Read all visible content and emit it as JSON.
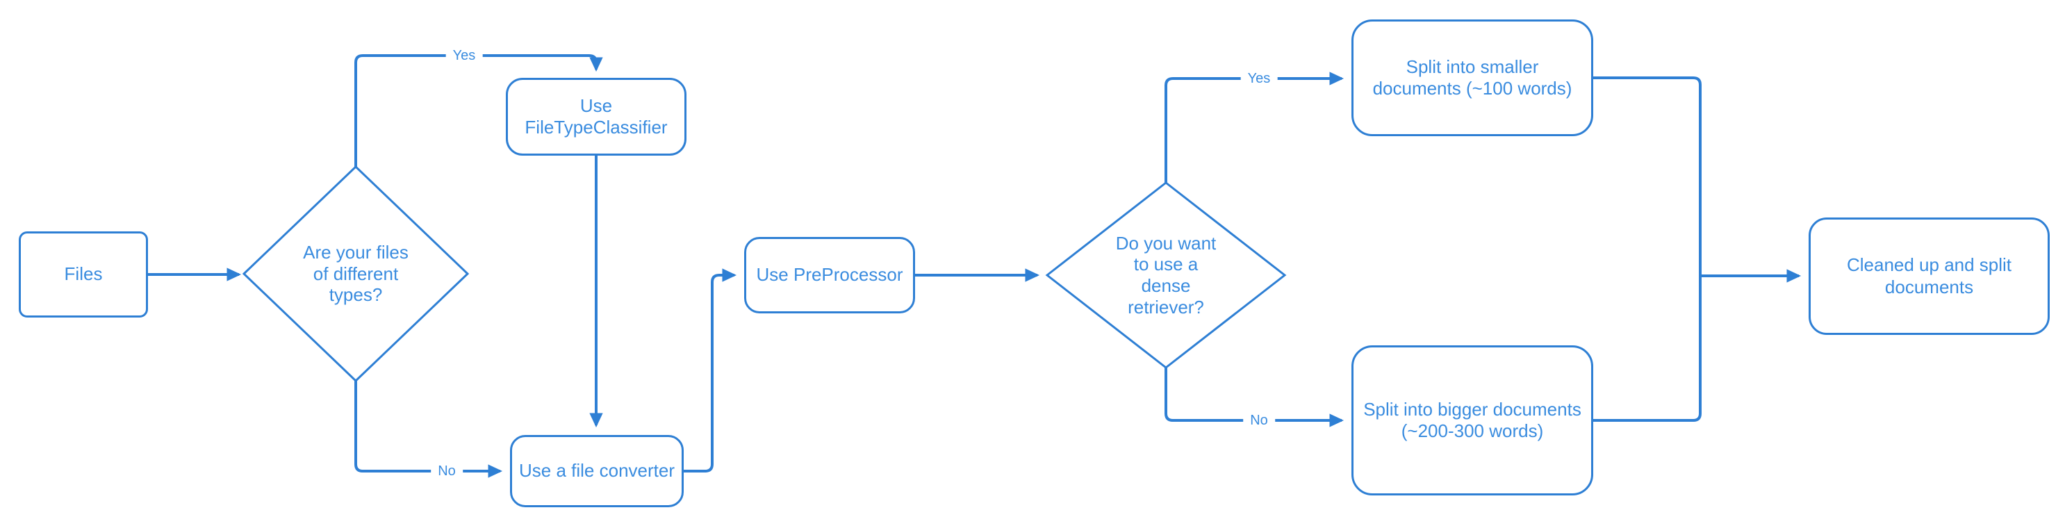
{
  "diagram": {
    "type": "flowchart",
    "background": "#FFFFFF",
    "colors": {
      "line": "#2E7FD4",
      "text": "#3A8CDF"
    },
    "nodes": {
      "files": {
        "label": "Files",
        "shape": "rounded-rectangle"
      },
      "different_types": {
        "label": "Are your files\nof different\ntypes?",
        "shape": "diamond"
      },
      "file_type_classifier": {
        "label": "Use\nFileTypeClassifier",
        "shape": "rounded-rectangle"
      },
      "file_converter": {
        "label": "Use a file converter",
        "shape": "rounded-rectangle"
      },
      "preprocessor": {
        "label": "Use PreProcessor",
        "shape": "rounded-rectangle"
      },
      "dense_retriever": {
        "label": "Do you want\nto use a\ndense\nretriever?",
        "shape": "diamond"
      },
      "split_smaller": {
        "label": "Split into smaller\ndocuments (~100 words)",
        "shape": "rounded-rectangle"
      },
      "split_bigger": {
        "label": "Split into bigger documents\n(~200-300 words)",
        "shape": "rounded-rectangle"
      },
      "cleaned_docs": {
        "label": "Cleaned up and split\ndocuments",
        "shape": "rounded-rectangle"
      }
    },
    "edges": [
      {
        "from": "files",
        "to": "different_types",
        "label": ""
      },
      {
        "from": "different_types",
        "to": "file_type_classifier",
        "label": "Yes"
      },
      {
        "from": "file_type_classifier",
        "to": "file_converter",
        "label": ""
      },
      {
        "from": "different_types",
        "to": "file_converter",
        "label": "No"
      },
      {
        "from": "file_converter",
        "to": "preprocessor",
        "label": ""
      },
      {
        "from": "preprocessor",
        "to": "dense_retriever",
        "label": ""
      },
      {
        "from": "dense_retriever",
        "to": "split_smaller",
        "label": "Yes"
      },
      {
        "from": "dense_retriever",
        "to": "split_bigger",
        "label": "No"
      },
      {
        "from": "split_smaller",
        "to": "cleaned_docs",
        "label": ""
      },
      {
        "from": "split_bigger",
        "to": "cleaned_docs",
        "label": ""
      }
    ]
  }
}
